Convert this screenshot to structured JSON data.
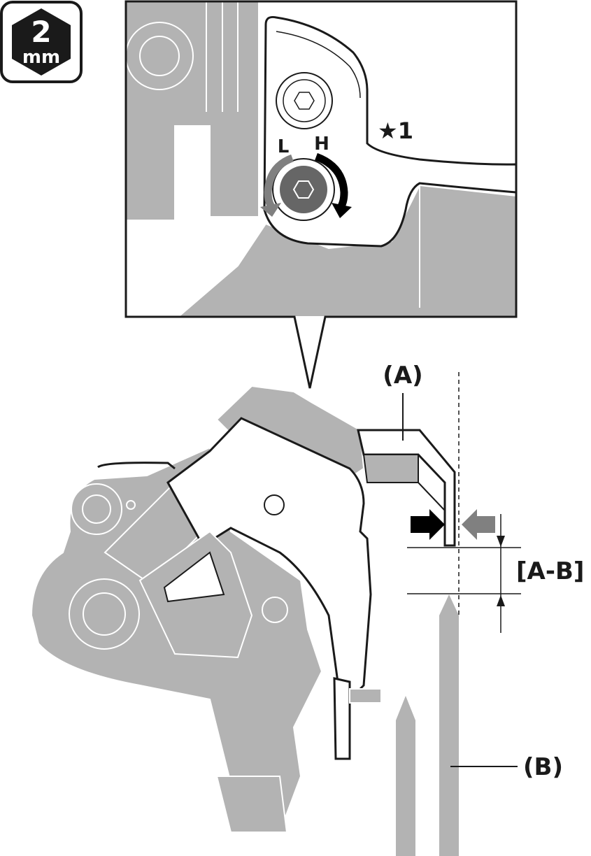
{
  "tool_badge": {
    "size_number": "2",
    "size_unit": "mm",
    "icon": "hex-key-icon"
  },
  "zoom_callout": {
    "low_label": "L",
    "high_label": "H",
    "note_marker": "★1"
  },
  "labels": {
    "chain_guide": "(A)",
    "clearance": "[A-B]",
    "chainring": "(B)"
  },
  "colors": {
    "part_gray": "#b3b3b3",
    "outline": "#1a1a1a",
    "screw_dark": "#666666",
    "arrow_black": "#000000",
    "arrow_gray": "#808080"
  }
}
